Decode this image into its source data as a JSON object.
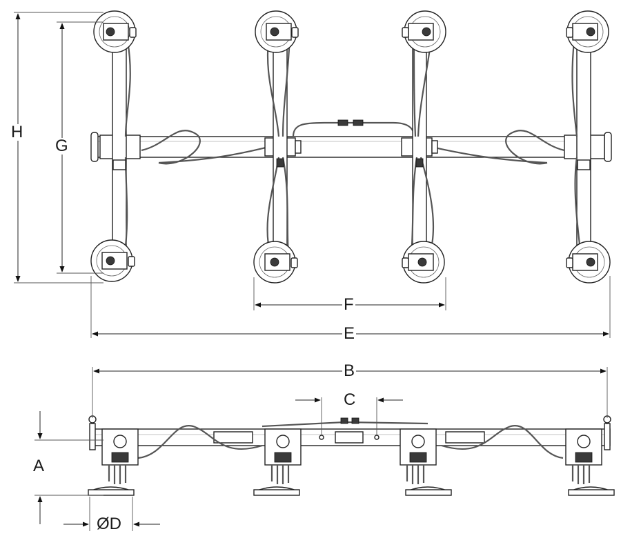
{
  "dimension_labels": {
    "A": "A",
    "B": "B",
    "C": "C",
    "D": "ØD",
    "E": "E",
    "F": "F",
    "G": "G",
    "H": "H"
  },
  "views": {
    "top": {
      "vertical_beams": 4,
      "suction_pads": 8
    },
    "side": {
      "suction_pads": 4
    }
  }
}
